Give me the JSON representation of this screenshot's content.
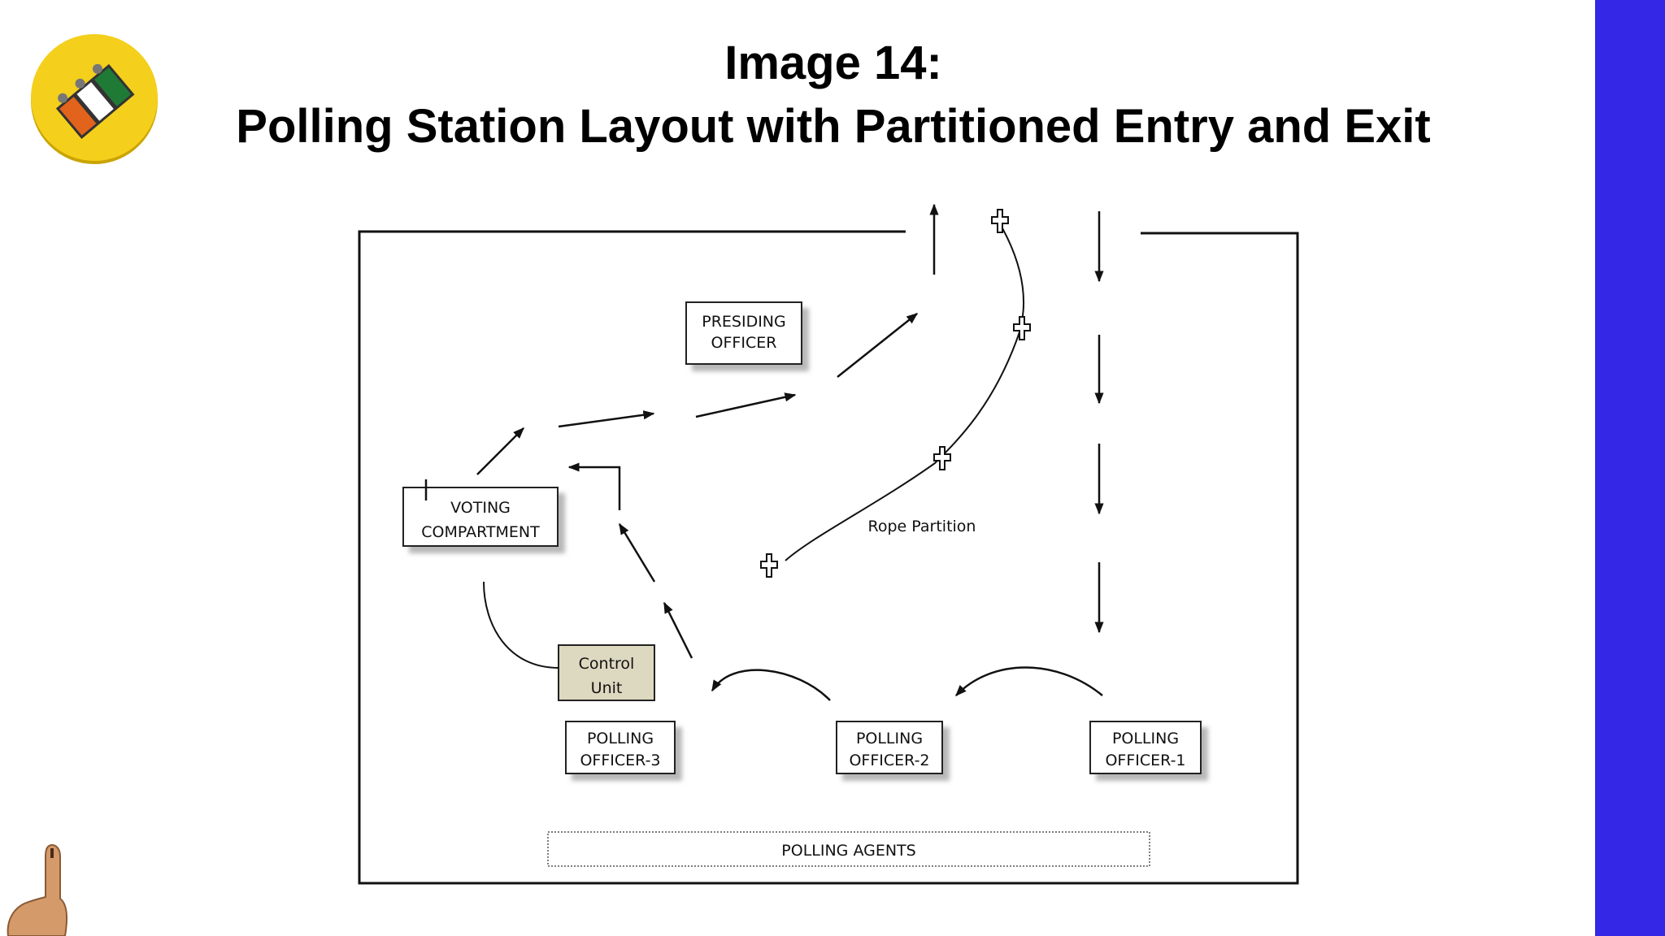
{
  "slide": {
    "title_line1": "Image 14:",
    "title_line2": "Polling Station Layout with Partitioned Entry and Exit",
    "accent_color": "#3427e6"
  },
  "logo": {
    "icon": "election-commission-logo-icon"
  },
  "diagram": {
    "presiding_officer": [
      "PRESIDING",
      "OFFICER"
    ],
    "voting_compartment": [
      "VOTING",
      "COMPARTMENT"
    ],
    "control_unit": [
      "Control",
      "Unit"
    ],
    "polling_officer_3": [
      "POLLING",
      "OFFICER-3"
    ],
    "polling_officer_2": [
      "POLLING",
      "OFFICER-2"
    ],
    "polling_officer_1": [
      "POLLING",
      "OFFICER-1"
    ],
    "polling_agents": "POLLING AGENTS",
    "rope_partition": "Rope Partition",
    "control_unit_fill": "#ddd8c0"
  },
  "decor": {
    "pointer": "index-finger-icon"
  }
}
